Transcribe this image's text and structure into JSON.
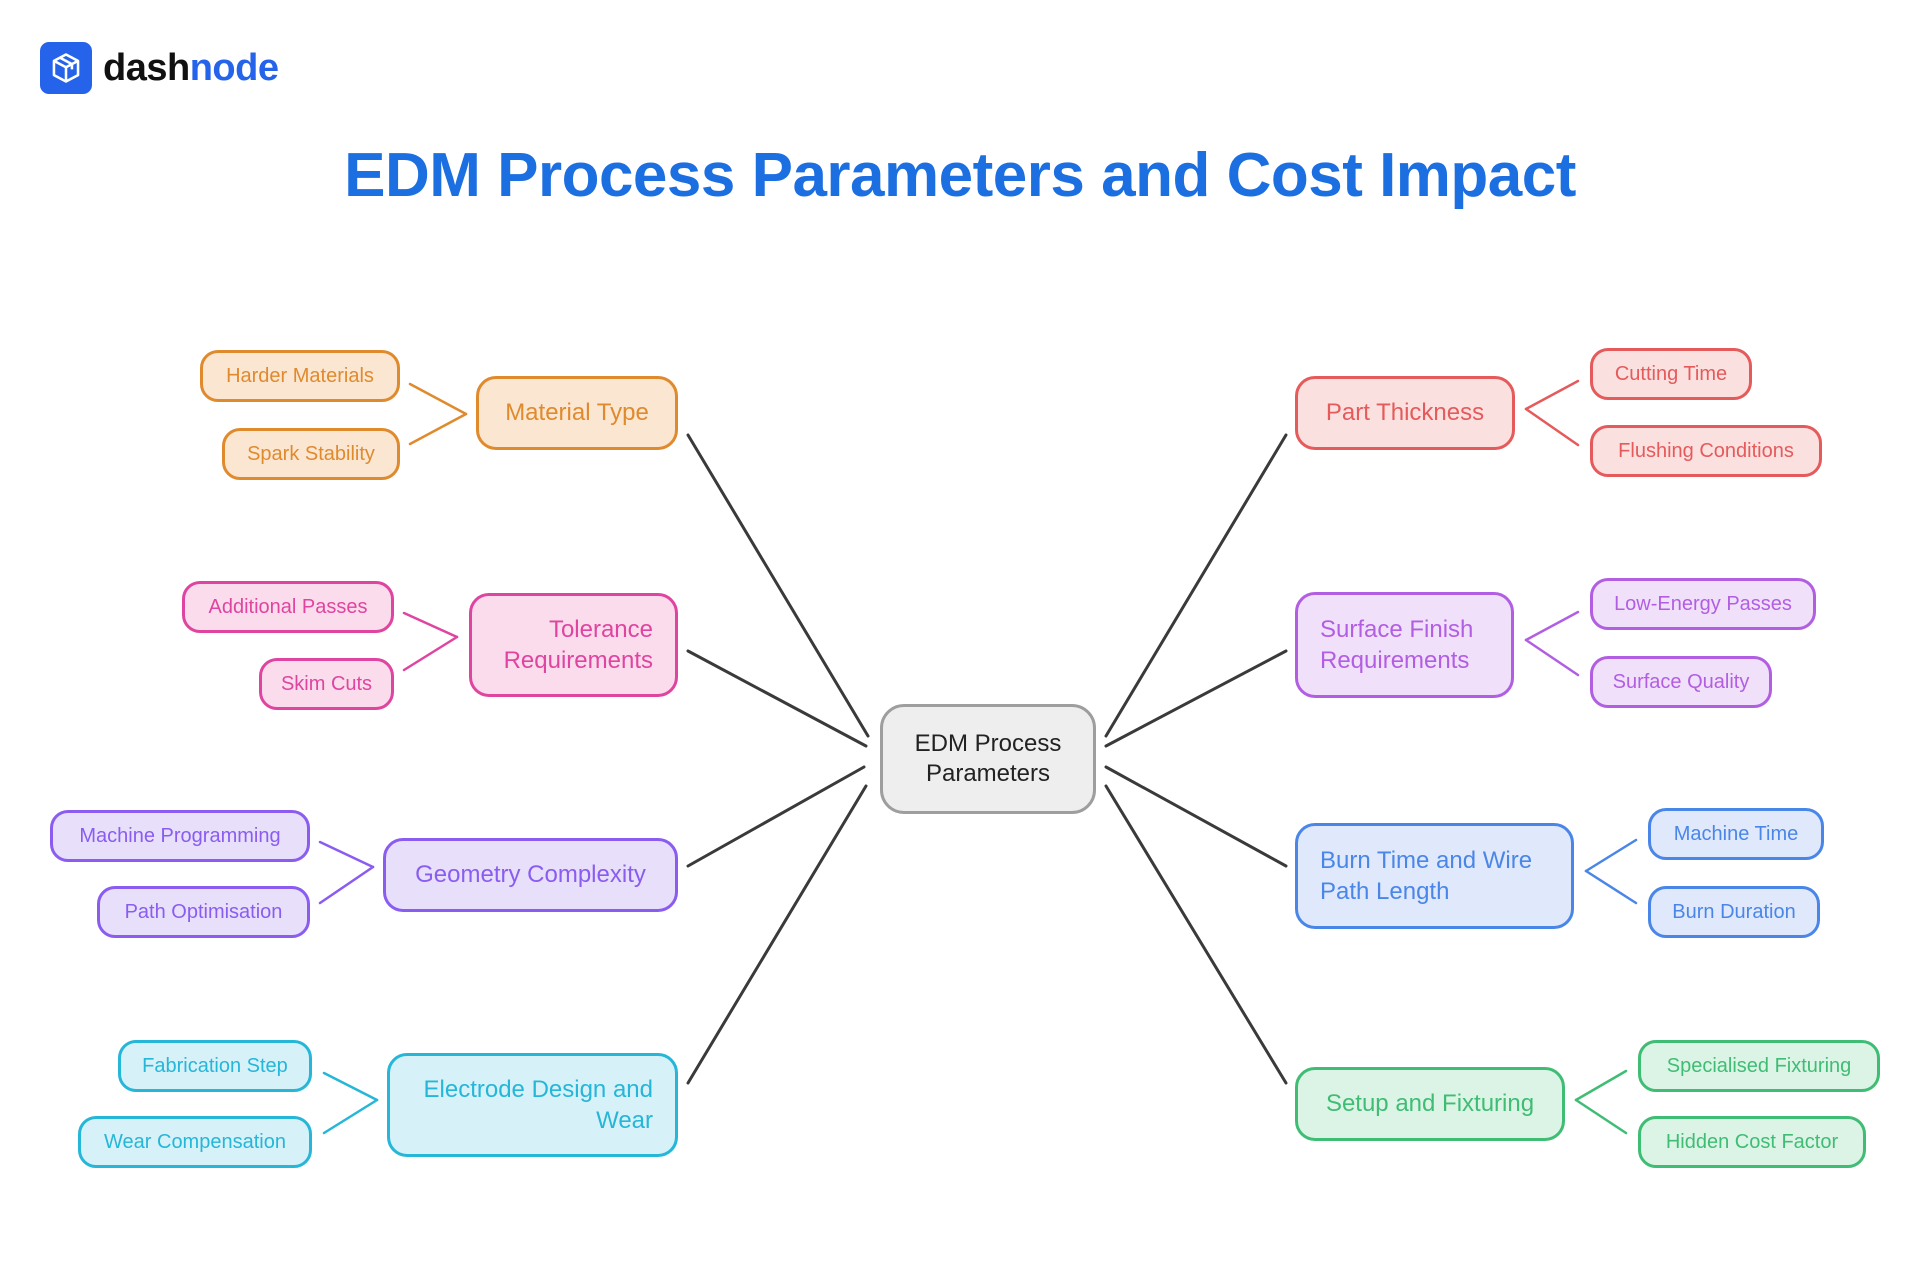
{
  "brand": {
    "name_part1": "dash",
    "name_part2": "node",
    "accent": "#2563eb"
  },
  "title": "EDM Process Parameters and Cost Impact",
  "center": {
    "label": "EDM Process\nParameters"
  },
  "branches": [
    {
      "label": "Material Type",
      "color": "#e08a2e",
      "fill": "#fbe6d2",
      "children": [
        "Harder Materials",
        "Spark Stability"
      ]
    },
    {
      "label": "Tolerance\nRequirements",
      "color": "#df45a0",
      "fill": "#fbdcec",
      "children": [
        "Additional Passes",
        "Skim Cuts"
      ]
    },
    {
      "label": "Geometry Complexity",
      "color": "#8a5cf0",
      "fill": "#e8e0fb",
      "children": [
        "Machine Programming",
        "Path Optimisation"
      ]
    },
    {
      "label": "Electrode Design and\nWear",
      "color": "#25b6d8",
      "fill": "#d6f1f8",
      "children": [
        "Fabrication Step",
        "Wear Compensation"
      ]
    },
    {
      "label": "Part Thickness",
      "color": "#e55a5a",
      "fill": "#fbe0e0",
      "children": [
        "Cutting Time",
        "Flushing Conditions"
      ]
    },
    {
      "label": "Surface Finish\nRequirements",
      "color": "#b25ee3",
      "fill": "#f1e0fa",
      "children": [
        "Low-Energy Passes",
        "Surface Quality"
      ]
    },
    {
      "label": "Burn Time and Wire\nPath Length",
      "color": "#4a86e8",
      "fill": "#dfe9fb",
      "children": [
        "Machine Time",
        "Burn Duration"
      ]
    },
    {
      "label": "Setup and Fixturing",
      "color": "#3fbd74",
      "fill": "#dcf4e6",
      "children": [
        "Specialised Fixturing",
        "Hidden Cost Factor"
      ]
    }
  ]
}
